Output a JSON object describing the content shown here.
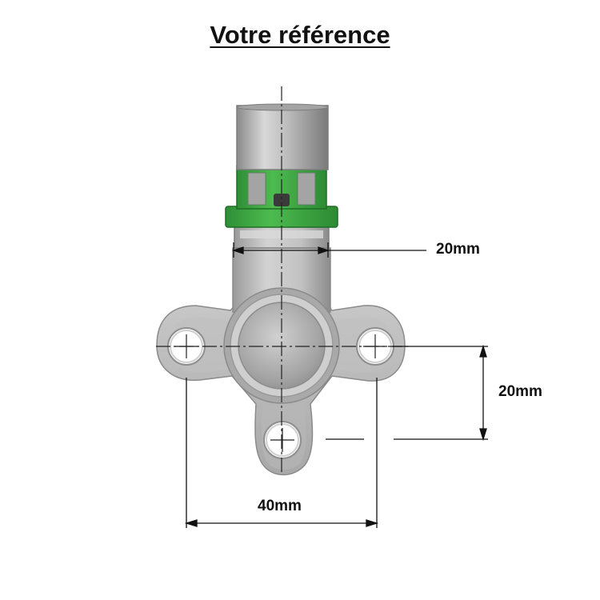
{
  "title": "Votre référence",
  "dimensions": {
    "pipe_diameter": "20mm",
    "vertical_spacing": "20mm",
    "horizontal_spacing": "40mm"
  },
  "colors": {
    "green_ring": "#3aa842",
    "green_dark": "#1f7a2a",
    "metal": "#b9b9b9",
    "metal_dark": "#7d7d7d",
    "line": "#111111"
  }
}
